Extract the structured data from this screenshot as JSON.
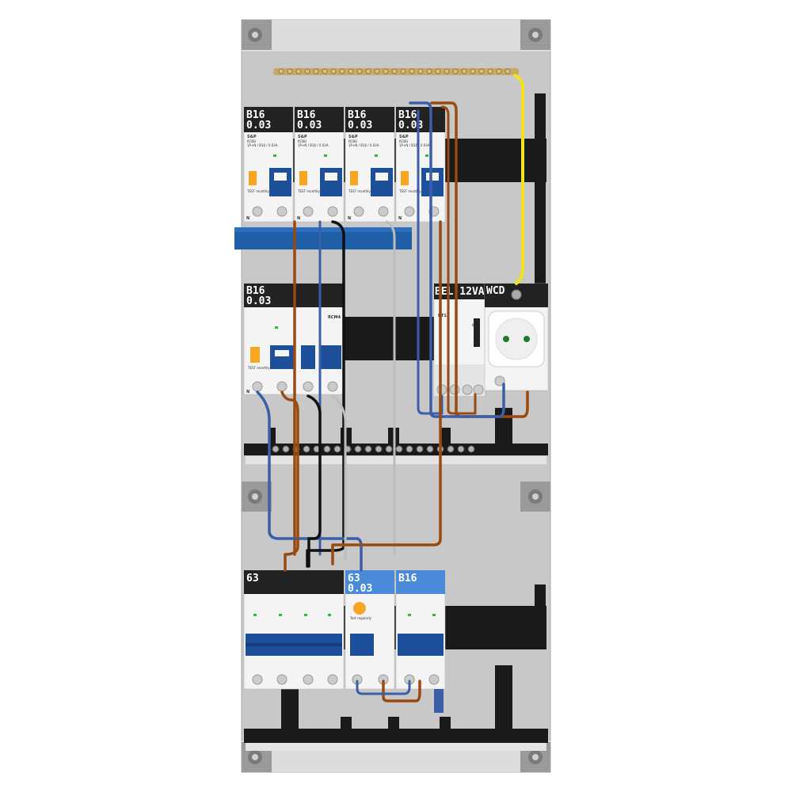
{
  "title": "",
  "colors": {
    "enclosure": "#c8c8c8",
    "rail": "#1a1a1a",
    "neutral_bar": "#1f5fa8",
    "earth_bar": "#c9a96a",
    "module_white": "#f4f4f4",
    "module_black": "#222222",
    "module_blue": "#4a8ad8",
    "handle_blue": "#1e4f9a",
    "wire_blue": "#3a5fa8",
    "wire_brown": "#9a4a10",
    "wire_black": "#111111",
    "wire_grey": "#bdbdbd",
    "wire_yellow": "#f5e21a",
    "indicator_orange": "#f5a623",
    "indicator_green": "#2dbb3a"
  },
  "row1": {
    "modules": [
      {
        "rating": "B16",
        "sensitivity": "0.03"
      },
      {
        "rating": "B16",
        "sensitivity": "0.03"
      },
      {
        "rating": "B16",
        "sensitivity": "0.03"
      },
      {
        "rating": "B16",
        "sensitivity": "0.03"
      }
    ],
    "brand": "S&P",
    "model": "RCBO",
    "spec": "1P+N / B16 / 0.03A",
    "test_label": "TEST monthly",
    "terminal_n": "N"
  },
  "row2": {
    "rcbo": {
      "rating": "B16",
      "sensitivity": "0.03",
      "model": "RCM4",
      "test_label": "TEST monthly",
      "terminal_n": "N"
    },
    "bell_transformer": {
      "label": "BEL 12VA",
      "model": "BT12",
      "ip": "IP20"
    },
    "socket": {
      "label": "WCD"
    }
  },
  "row3": {
    "main_switch": {
      "rating": "63"
    },
    "rcd": {
      "rating": "63",
      "sensitivity": "0.03",
      "test_label": "Test regularly"
    },
    "mcb": {
      "rating": "B16"
    }
  }
}
